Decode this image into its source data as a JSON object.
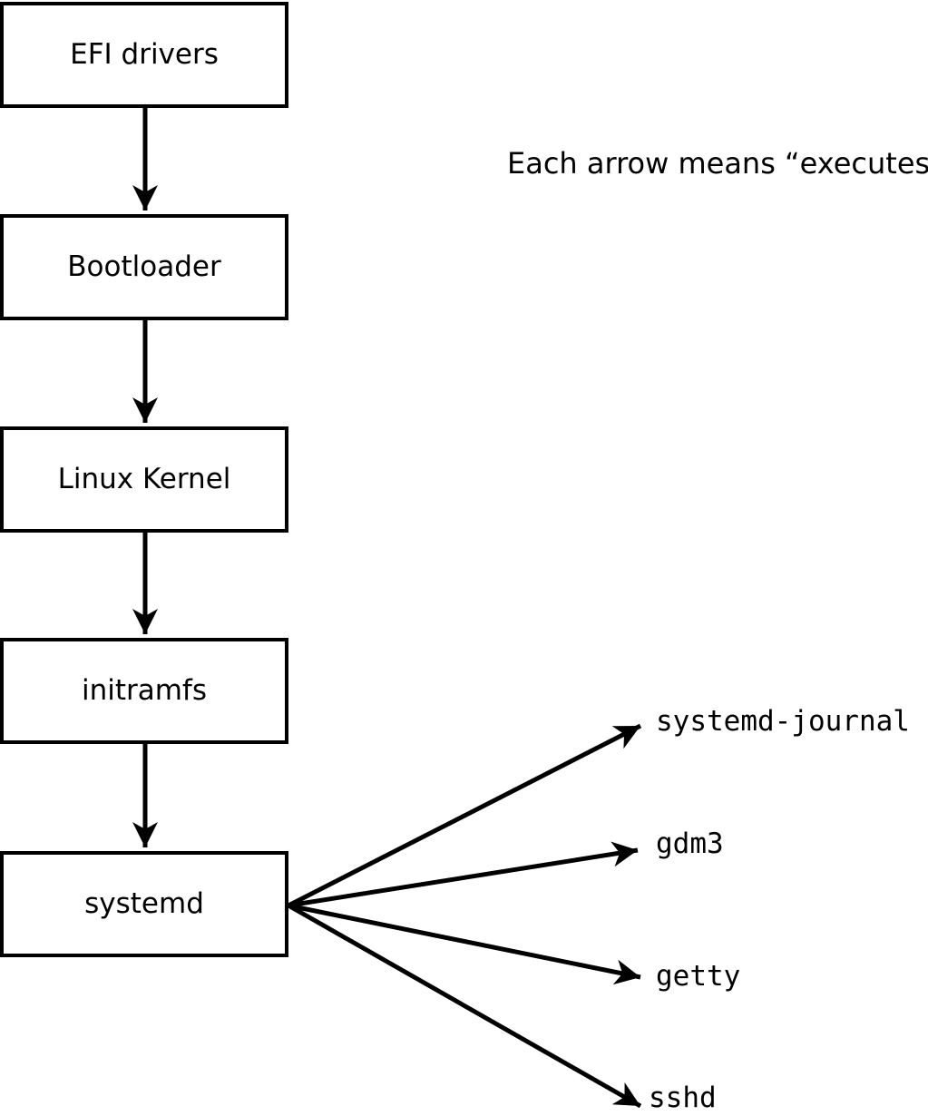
{
  "diagram": {
    "caption": "Each arrow means “executes”.",
    "boot_chain": [
      {
        "label": "EFI drivers"
      },
      {
        "label": "Bootloader"
      },
      {
        "label": "Linux Kernel"
      },
      {
        "label": "initramfs"
      },
      {
        "label": "systemd"
      }
    ],
    "processes": [
      {
        "label": "systemd-journal"
      },
      {
        "label": "gdm3"
      },
      {
        "label": "getty"
      },
      {
        "label": "sshd"
      }
    ],
    "colors": {
      "line": "#000000",
      "box_background": "#ffffff",
      "text": "#000000"
    }
  }
}
